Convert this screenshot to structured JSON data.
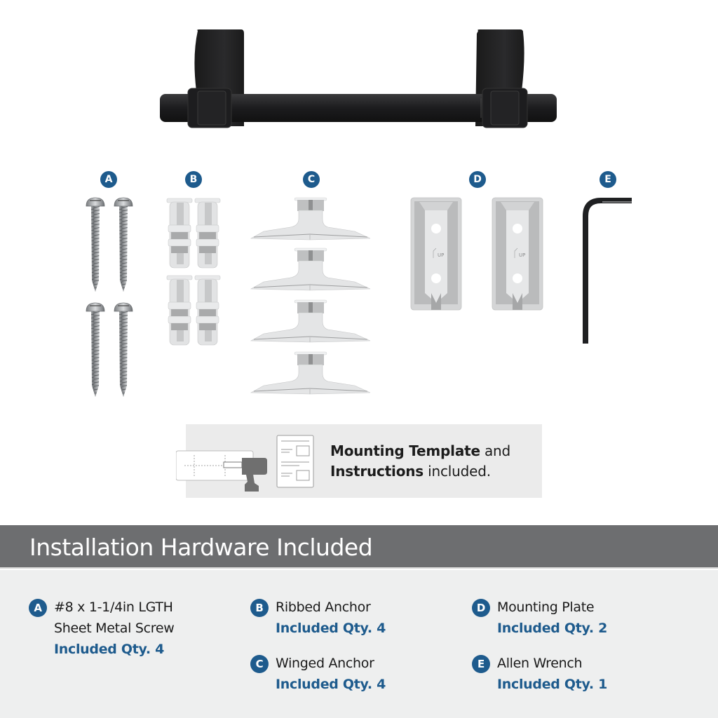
{
  "product": {
    "image_label": "Matte black pivoting toilet paper holder bar with two mounting posts"
  },
  "parts": [
    {
      "letter": "A",
      "name": "sheet-metal-screw",
      "count": 4
    },
    {
      "letter": "B",
      "name": "ribbed-anchor",
      "count": 4
    },
    {
      "letter": "C",
      "name": "winged-anchor",
      "count": 4
    },
    {
      "letter": "D",
      "name": "mounting-plate",
      "count": 2,
      "plate_marking": "UP"
    },
    {
      "letter": "E",
      "name": "allen-wrench",
      "count": 1
    }
  ],
  "template_note": {
    "bold_1": "Mounting Template",
    "text_1": " and",
    "bold_2": "Instructions",
    "text_2": " included."
  },
  "banner": {
    "title": "Installation Hardware Included"
  },
  "items": [
    {
      "letter": "A",
      "line1": "#8 x 1-1/4in LGTH",
      "line2": "Sheet Metal Screw",
      "qty": "Included Qty. 4"
    },
    {
      "letter": "B",
      "line1": "Ribbed Anchor",
      "qty": "Included Qty. 4"
    },
    {
      "letter": "C",
      "line1": "Winged Anchor",
      "qty": "Included Qty. 4"
    },
    {
      "letter": "D",
      "line1": "Mounting Plate",
      "qty": "Included Qty. 2"
    },
    {
      "letter": "E",
      "line1": "Allen Wrench",
      "qty": "Included Qty. 1"
    }
  ],
  "colors": {
    "accent_blue": "#1e5b8d",
    "banner_gray": "#6d6e70",
    "panel_bg": "#eeefef",
    "template_box_bg": "#ebebeb"
  }
}
